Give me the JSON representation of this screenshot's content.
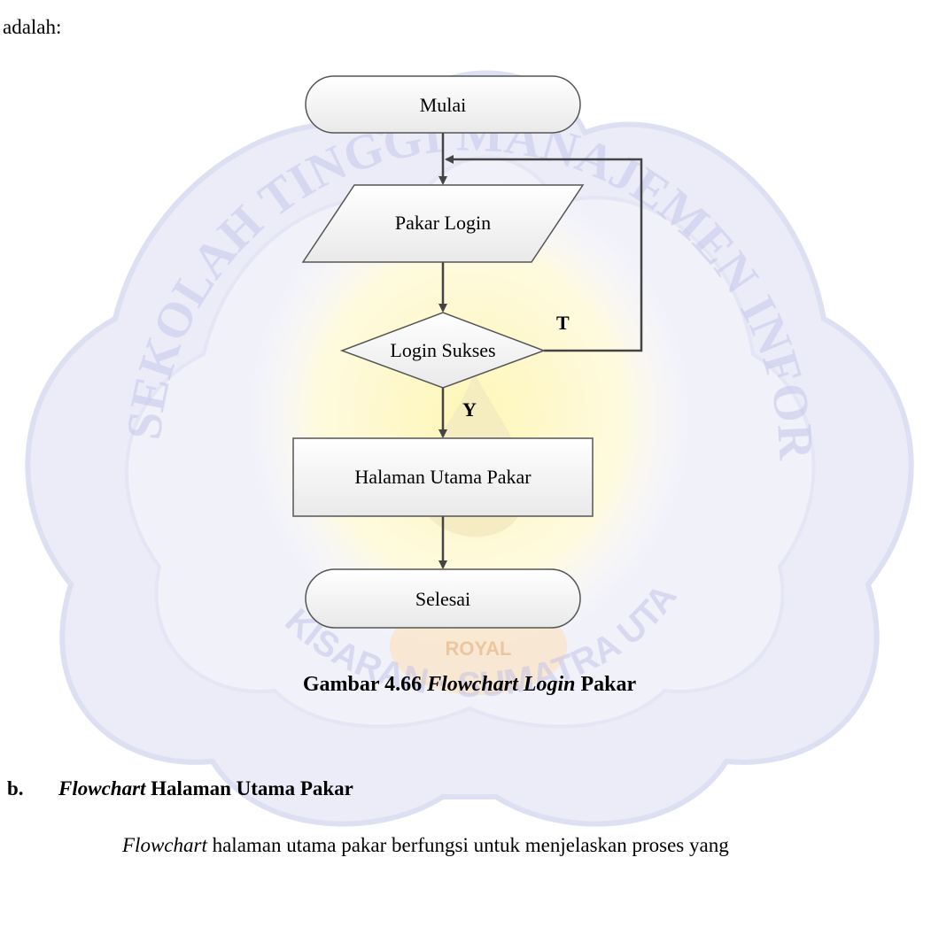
{
  "document": {
    "intro_text": "adalah:",
    "caption": {
      "prefix": "Gambar 4.66 ",
      "italic": "Flowchart Login",
      "suffix": " Pakar"
    },
    "section_heading": {
      "letter": "b.",
      "italic": "Flowchart",
      "rest": " Halaman Utama Pakar"
    },
    "paragraph": {
      "italic": "Flowchart",
      "rest": " halaman utama pakar berfungsi untuk menjelaskan proses yang"
    }
  },
  "flowchart": {
    "start_label": "Mulai",
    "input_label": "Pakar Login",
    "decision_label": "Login Sukses",
    "process_label": "Halaman Utama Pakar",
    "end_label": "Selesai",
    "no_branch_label": "T",
    "yes_branch_label": "Y"
  },
  "watermark": {
    "ring_text": "SEKOLAH TINGGI MANAJEMEN INFORMATIKA DAN KOMPUTER",
    "bottom_text": "KISARAN · SUMATRA UTARA",
    "center_text": "ROYAL",
    "colors": {
      "petals": "#c7c8ea",
      "center": "#fff9c8",
      "flame": "#f7c98b"
    }
  }
}
